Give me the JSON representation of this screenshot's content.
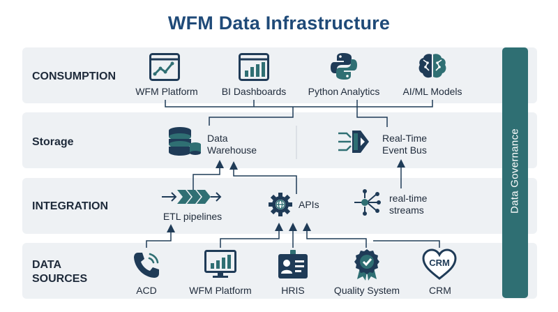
{
  "title": "WFM Data Infrastructure",
  "governance": "Data Governance",
  "layers": {
    "consumption": {
      "label": "CONSUMPTION",
      "nodes": [
        "WFM Platform",
        "BI Dashboards",
        "Python Analytics",
        "AI/ML Models"
      ]
    },
    "storage": {
      "label": "Storage",
      "warehouse": [
        "Data",
        "Warehouse"
      ],
      "eventbus": [
        "Real-Time",
        "Event Bus"
      ]
    },
    "integration": {
      "label": "INTEGRATION",
      "etl": "ETL pipelines",
      "apis": "APIs",
      "streams": [
        "real-time",
        "streams"
      ]
    },
    "sources": {
      "label": [
        "DATA",
        "SOURCES"
      ],
      "nodes": [
        "ACD",
        "WFM Platform",
        "HRIS",
        "Quality System",
        "CRM"
      ],
      "crm_badge": "CRM"
    }
  },
  "icons": {
    "consumption": [
      "line-chart-window-icon",
      "bar-chart-window-icon",
      "python-logo-icon",
      "brain-icon"
    ],
    "storage": [
      "database-icon",
      "event-bus-icon"
    ],
    "integration": [
      "pipeline-arrows-icon",
      "gear-globe-icon",
      "stream-network-icon"
    ],
    "sources": [
      "phone-icon",
      "bar-chart-monitor-icon",
      "id-badge-icon",
      "quality-badge-icon",
      "heart-icon"
    ]
  },
  "colors": {
    "title": "#1f4a78",
    "navy": "#1f3b57",
    "teal": "#2f6f73",
    "layer_bg": "#eef1f4"
  }
}
